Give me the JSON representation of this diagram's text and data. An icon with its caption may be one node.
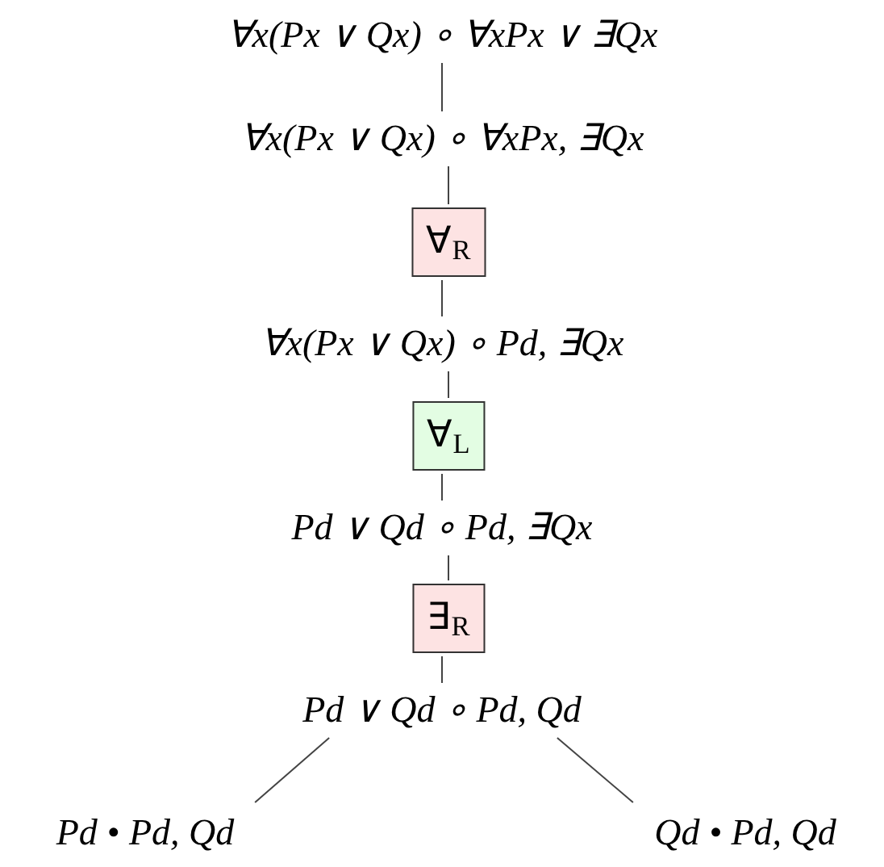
{
  "diagram": {
    "nodes": [
      {
        "text": [
          "∀x(Px ∨ Qx) ∘ ∀xPx ∨ ∃Qx"
        ]
      },
      {
        "text": [
          "∀x(Px ∨ Qx) ∘ ∀xPx, ∃Qx"
        ]
      },
      {
        "text": [
          "∀$_{R}$"
        ]
      },
      {
        "text": [
          "∀x(Px ∨ Qx) ∘ Pd, ∃Qx"
        ]
      },
      {
        "text": [
          "∀$_{L}$"
        ]
      },
      {
        "text": [
          "Pd ∨ Qd ∘ Pd, ∃Qx"
        ]
      },
      {
        "text": [
          "∃$_{R}$"
        ]
      },
      {
        "text": [
          "Pd ∨ Qd ∘ Pd, Qd"
        ]
      },
      {
        "text": [
          "Pd • Pd, Qd"
        ]
      },
      {
        "text": [
          "Qd • Pd, Qd"
        ]
      }
    ],
    "edges": [
      {
        "from": 0,
        "to": 1,
        "arrow": "none"
      },
      {
        "from": 1,
        "to": 2,
        "arrow": "none"
      },
      {
        "from": 2,
        "to": 3,
        "arrow": "none"
      },
      {
        "from": 3,
        "to": 4,
        "arrow": "none"
      },
      {
        "from": 4,
        "to": 5,
        "arrow": "none"
      },
      {
        "from": 5,
        "to": 6,
        "arrow": "none"
      },
      {
        "from": 6,
        "to": 7,
        "arrow": "none"
      },
      {
        "from": 7,
        "to": 8,
        "arrow": "none"
      },
      {
        "from": 7,
        "to": 9,
        "arrow": "none"
      }
    ]
  }
}
